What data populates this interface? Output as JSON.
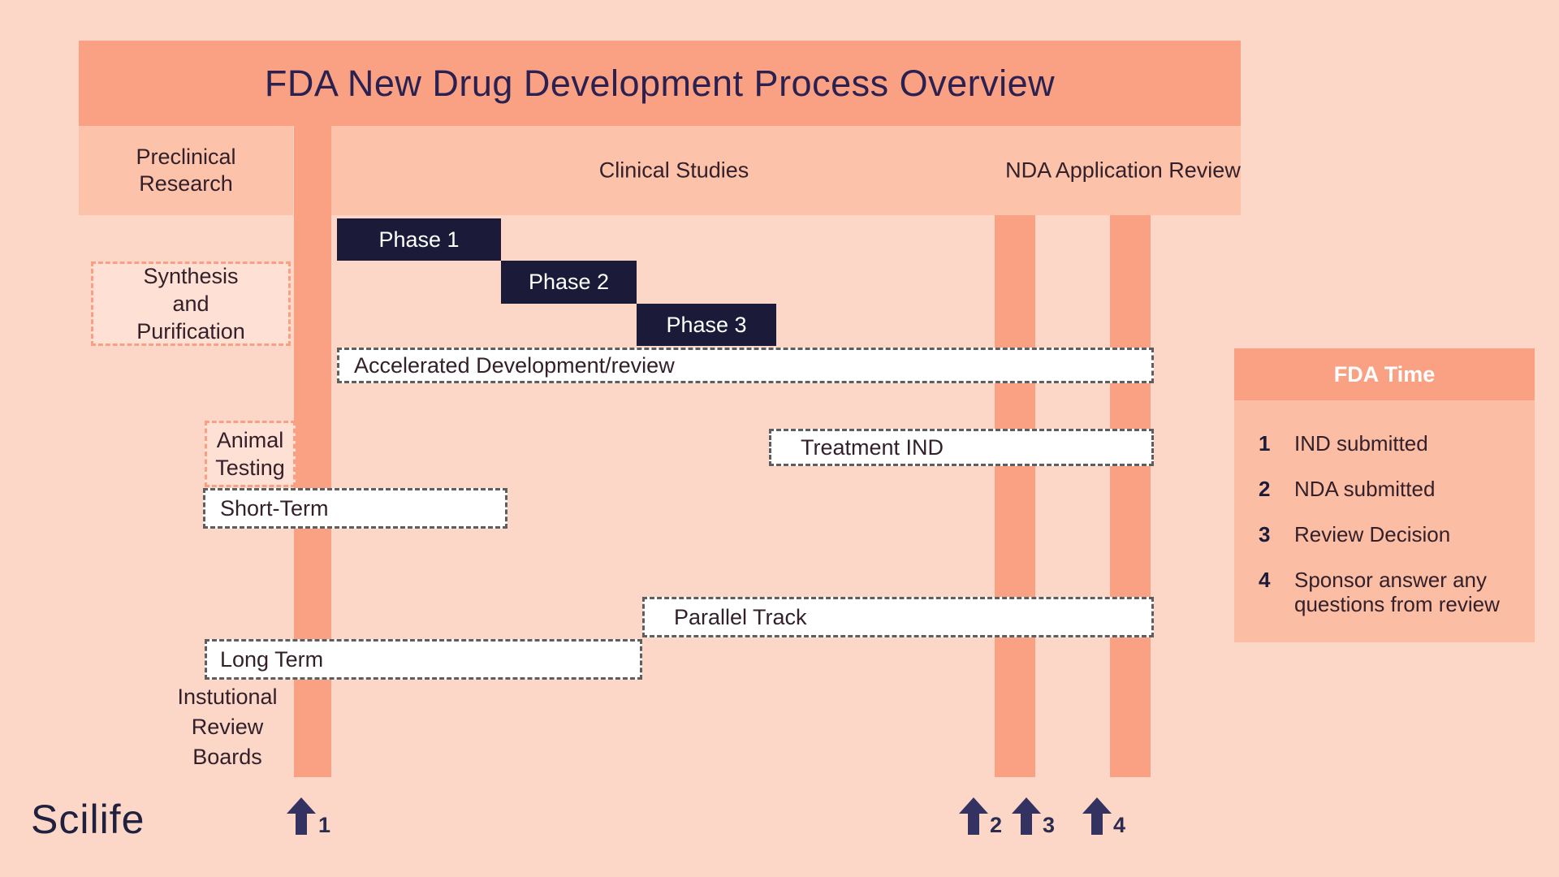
{
  "title": "FDA New Drug Development Process Overview",
  "columns": {
    "preclinical": "Preclinical Research",
    "clinical": "Clinical Studies",
    "nda": "NDA Application Review"
  },
  "phases": [
    "Phase 1",
    "Phase 2",
    "Phase 3"
  ],
  "labels": {
    "synthesis": "Synthesis and Purification",
    "animal_testing": "Animal Testing",
    "irb": "Instutional Review Boards"
  },
  "tracks": {
    "accelerated": "Accelerated Development/review",
    "treatment_ind": "Treatment IND",
    "short_term": "Short-Term",
    "parallel": "Parallel Track",
    "long_term": "Long Term"
  },
  "legend": {
    "header": "FDA Time",
    "items": [
      {
        "num": "1",
        "label": "IND submitted"
      },
      {
        "num": "2",
        "label": "NDA submitted"
      },
      {
        "num": "3",
        "label": "Review Decision"
      },
      {
        "num": "4",
        "label": "Sponsor answer any questions from review"
      }
    ]
  },
  "markers": [
    {
      "num": "1"
    },
    {
      "num": "2"
    },
    {
      "num": "3"
    },
    {
      "num": "4"
    }
  ],
  "logo": "Scilife",
  "colors": {
    "background": "#fcd7c8",
    "salmon": "#faa184",
    "salmon_light": "#fcc3aa",
    "legend_body": "#fbbda3",
    "navy_box": "#1b1b39",
    "title_text": "#2b2150",
    "body_text": "#33202a",
    "arrow": "#333260",
    "dash_gray": "#5e5e5e",
    "dash_salmon": "#f9a083",
    "dashed_fill": "#fee0d4",
    "track_fill": "#ffffff"
  }
}
